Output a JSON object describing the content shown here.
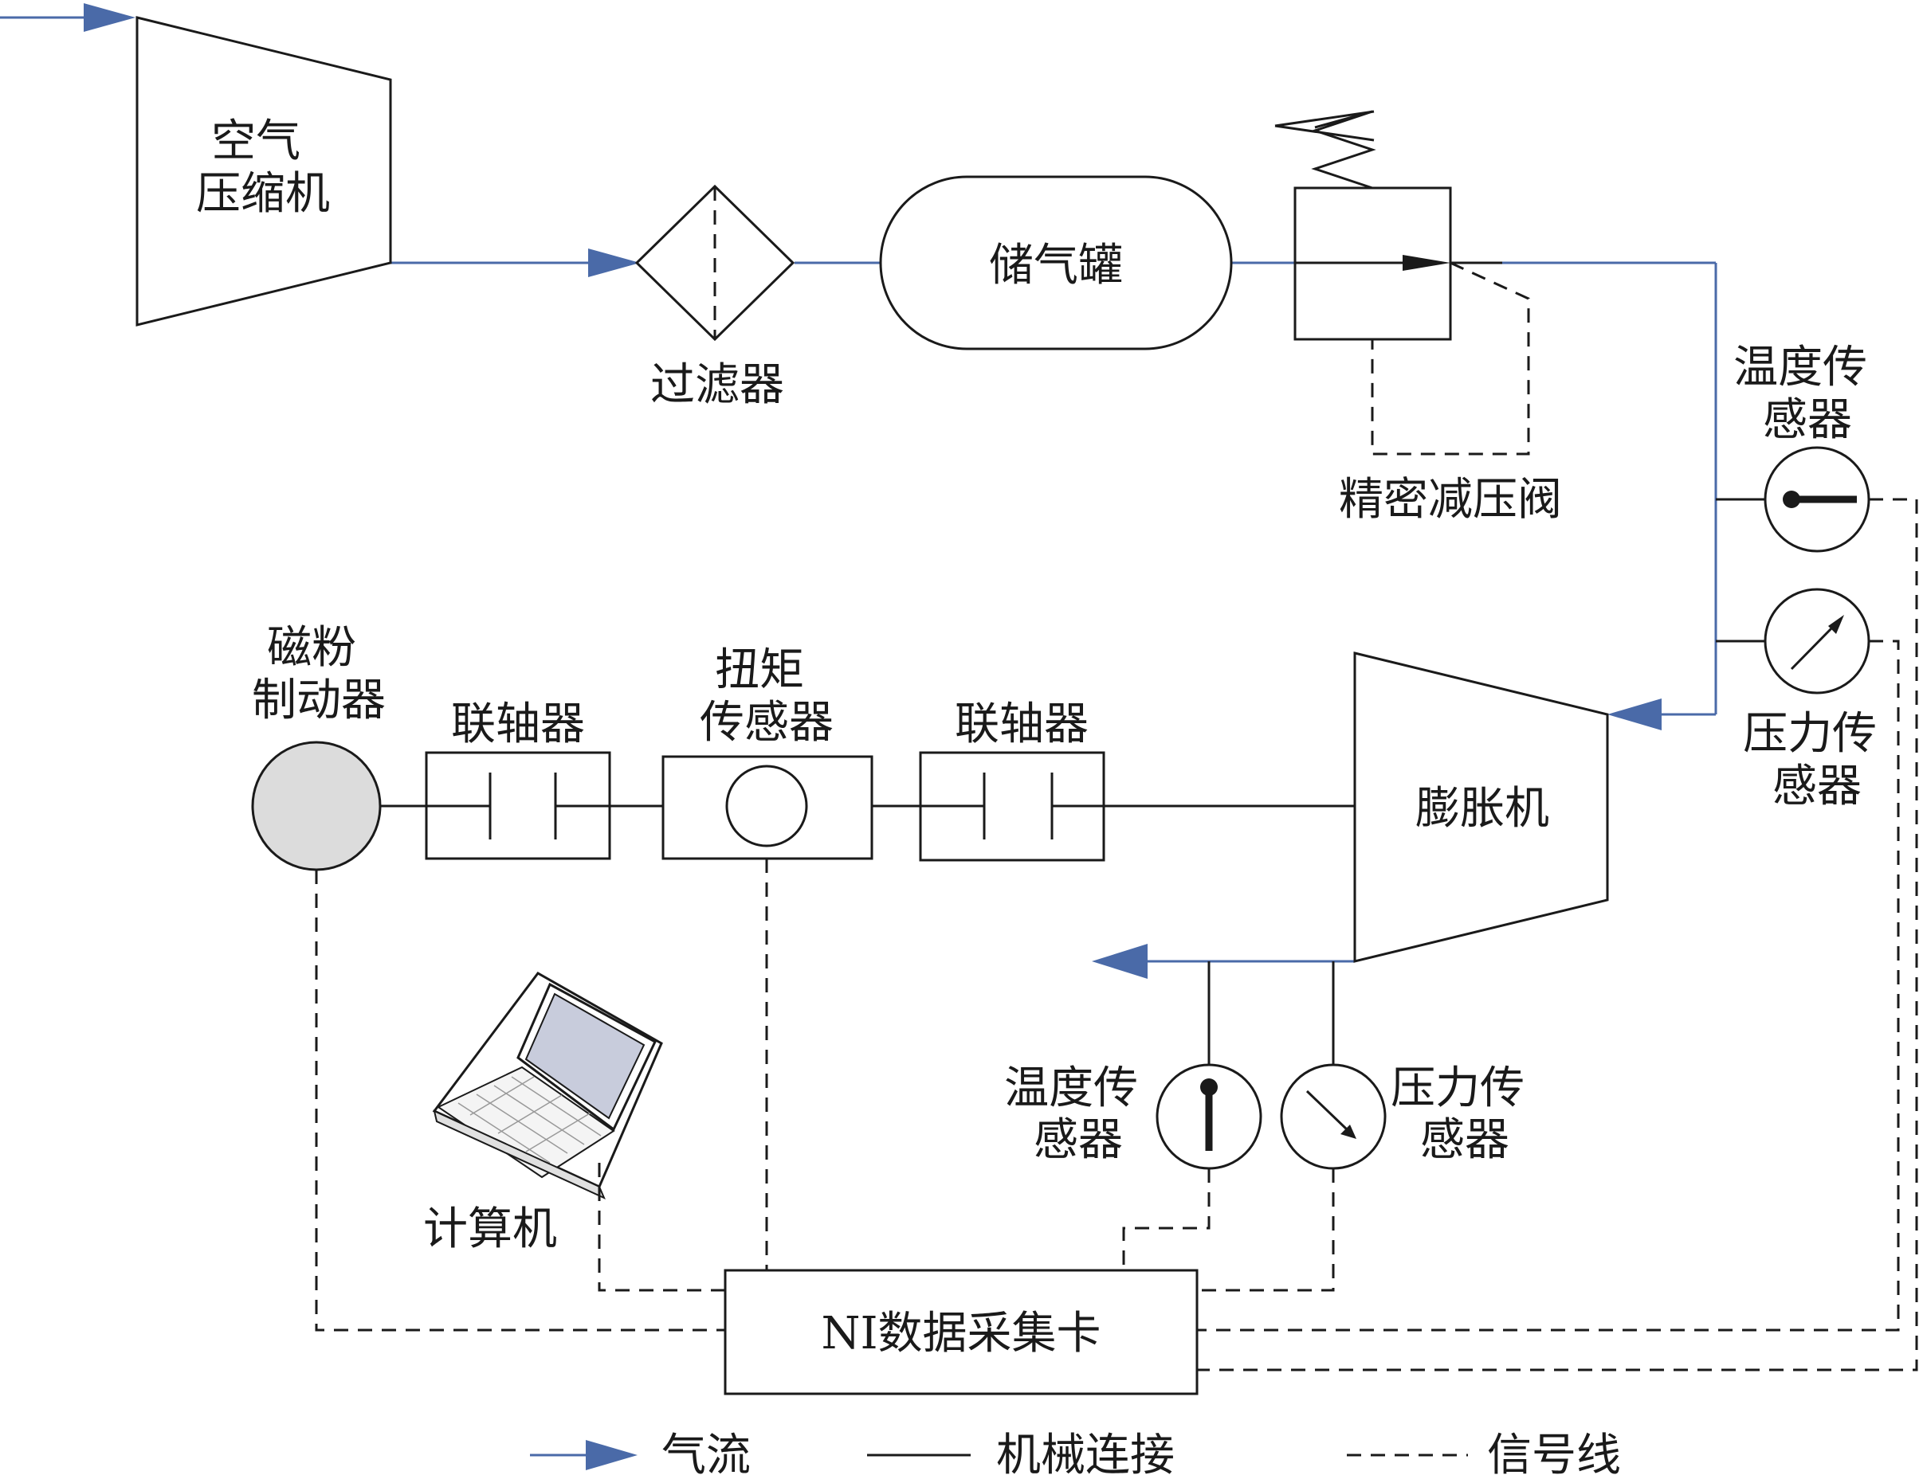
{
  "components": {
    "compressor": "空气\n压缩机",
    "filter": "过滤器",
    "tank": "储气罐",
    "valve": "精密减压阀",
    "temp_sensor_inlet": "温度传\n感器",
    "pressure_sensor_inlet": "压力传\n感器",
    "brake": "磁粉\n制动器",
    "coupling_left": "联轴器",
    "torque_sensor": "扭矩\n传感器",
    "coupling_right": "联轴器",
    "expander": "膨胀机",
    "temp_sensor_outlet": "温度传\n感器",
    "pressure_sensor_outlet": "压力传\n感器",
    "computer": "计算机",
    "daq": "NI数据采集卡"
  },
  "legend": {
    "airflow": "气流",
    "mechanical": "机械连接",
    "signal": "信号线"
  },
  "colors": {
    "airflow": "#4a6aa8",
    "line": "#1a1a1a",
    "brake_fill": "#dcdcdc",
    "screen": "#c8ccdc"
  }
}
